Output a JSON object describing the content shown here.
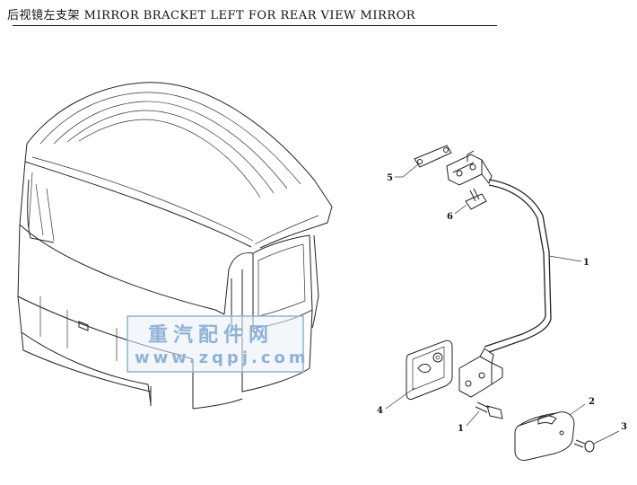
{
  "header": {
    "title": "后视镜左支架 MIRROR BRACKET LEFT FOR REAR VIEW MIRROR"
  },
  "watermark": {
    "text_cn": "重汽配件网",
    "text_url": "www.zqpj.com",
    "color": "#8fb3d6"
  },
  "callouts": [
    {
      "label": "5",
      "part": "link-plate"
    },
    {
      "label": "6",
      "part": "bolt"
    },
    {
      "label": "1",
      "part": "mirror-arm-bracket"
    },
    {
      "label": "4",
      "part": "mounting-plate"
    },
    {
      "label": "1",
      "part": "lower-bolt"
    },
    {
      "label": "2",
      "part": "mirror-base-cover"
    },
    {
      "label": "3",
      "part": "screw"
    }
  ]
}
